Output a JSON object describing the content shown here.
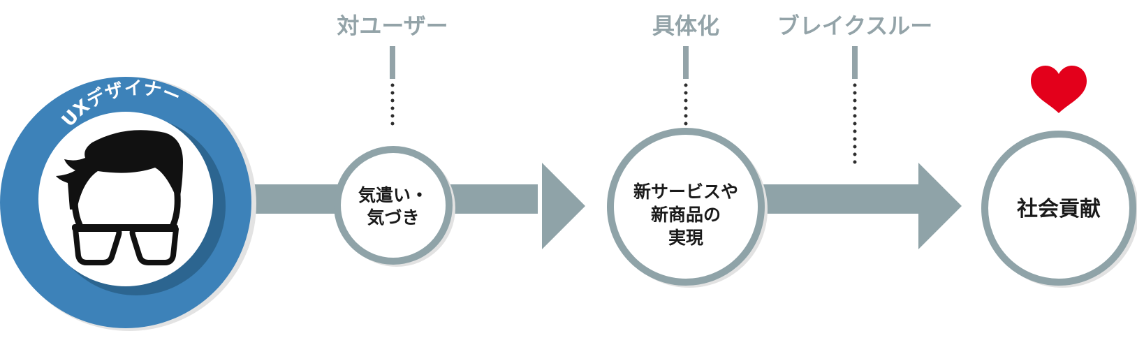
{
  "designer": {
    "label": "UXデザイナー"
  },
  "stages": [
    {
      "top_label": "対ユーザー",
      "lines": [
        "気遣い・",
        "気づき"
      ]
    },
    {
      "top_label": "具体化",
      "lines": [
        "新サービスや",
        "新商品の",
        "実現"
      ]
    },
    {
      "top_label": "ブレイクスルー",
      "lines": []
    }
  ],
  "goal": {
    "lines": [
      "社会貢献"
    ]
  },
  "icons": [
    "designer-face-icon",
    "glasses-icon",
    "heart-icon"
  ],
  "colors": {
    "designer_blue": "#3d82b9",
    "designer_shadow": "#2c6590",
    "flow_gray": "#8fa3a8",
    "label_gray": "#93a3a8",
    "heart_red": "#e3001b"
  }
}
